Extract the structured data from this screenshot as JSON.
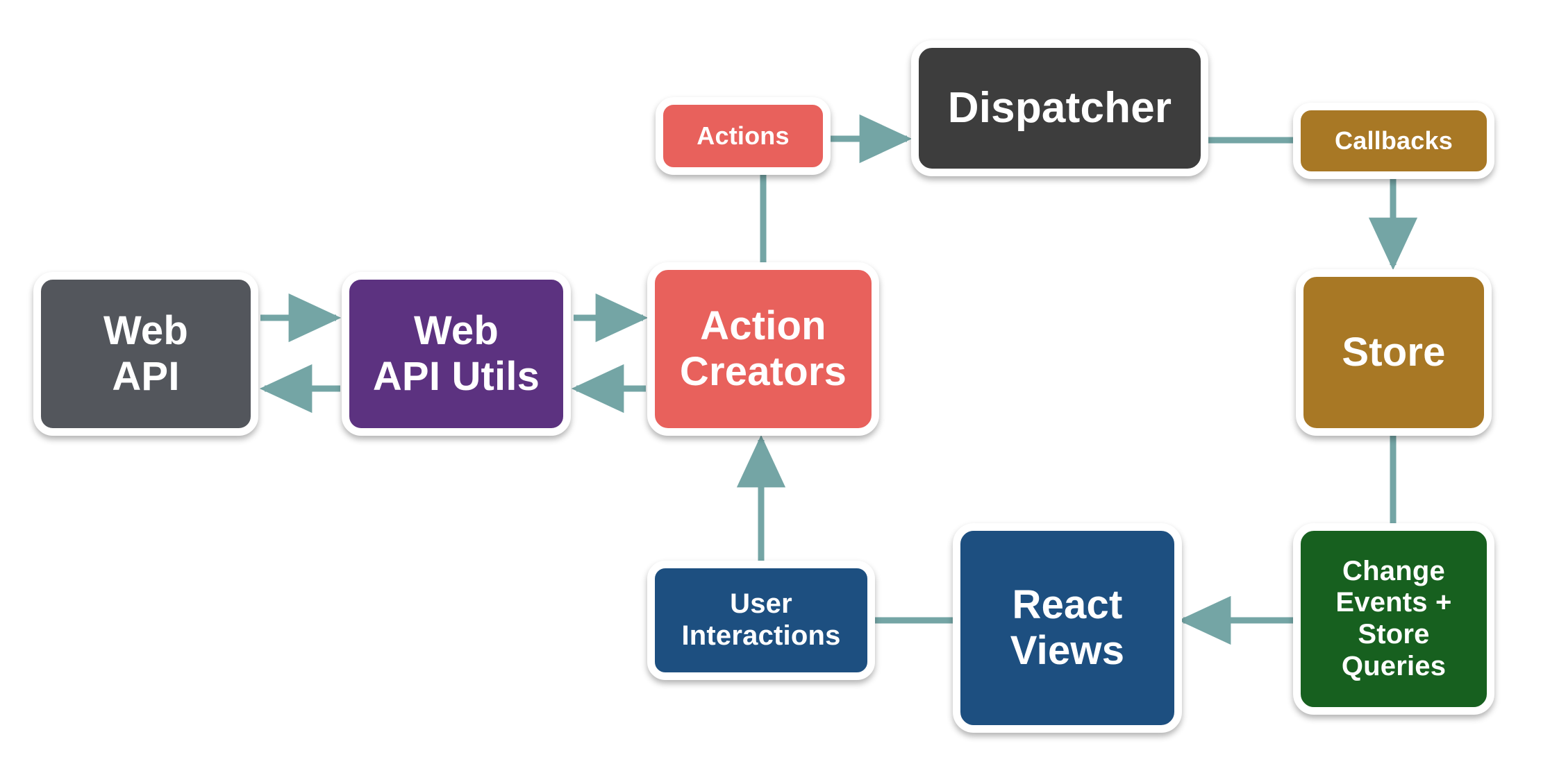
{
  "diagram": {
    "title": "Flux unidirectional data flow",
    "background": "#ffffff",
    "connector_color": "#74a5a5",
    "node_border_color": "#ffffff",
    "label_color": "#ffffff",
    "nodes": [
      {
        "id": "web-api",
        "label": "Web\nAPI",
        "color": "#53565c"
      },
      {
        "id": "web-api-utils",
        "label": "Web\nAPI Utils",
        "color": "#5c3280"
      },
      {
        "id": "action-creators",
        "label": "Action\nCreators",
        "color": "#e8615c"
      },
      {
        "id": "actions",
        "label": "Actions",
        "color": "#e8615c"
      },
      {
        "id": "dispatcher",
        "label": "Dispatcher",
        "color": "#3d3d3d"
      },
      {
        "id": "callbacks",
        "label": "Callbacks",
        "color": "#a87825"
      },
      {
        "id": "store",
        "label": "Store",
        "color": "#a87825"
      },
      {
        "id": "change-events",
        "label": "Change\nEvents +\nStore\nQueries",
        "color": "#17601f"
      },
      {
        "id": "react-views",
        "label": "React\nViews",
        "color": "#1d4f80"
      },
      {
        "id": "user-interactions",
        "label": "User\nInteractions",
        "color": "#1d4f80"
      }
    ],
    "edges": [
      {
        "id": "web-api-to-web-api-utils",
        "from": "web-api",
        "to": "web-api-utils",
        "arrow": true
      },
      {
        "id": "web-api-utils-to-web-api",
        "from": "web-api-utils",
        "to": "web-api",
        "arrow": true
      },
      {
        "id": "web-api-utils-to-action-creators",
        "from": "web-api-utils",
        "to": "action-creators",
        "arrow": true
      },
      {
        "id": "action-creators-to-web-api-utils",
        "from": "action-creators",
        "to": "web-api-utils",
        "arrow": true
      },
      {
        "id": "action-creators-to-actions",
        "from": "action-creators",
        "to": "actions",
        "arrow": false
      },
      {
        "id": "actions-to-dispatcher",
        "from": "actions",
        "to": "dispatcher",
        "arrow": true
      },
      {
        "id": "dispatcher-to-callbacks",
        "from": "dispatcher",
        "to": "callbacks",
        "arrow": false
      },
      {
        "id": "callbacks-to-store",
        "from": "callbacks",
        "to": "store",
        "arrow": true
      },
      {
        "id": "store-to-change-events",
        "from": "store",
        "to": "change-events",
        "arrow": false
      },
      {
        "id": "change-events-to-react-views",
        "from": "change-events",
        "to": "react-views",
        "arrow": true
      },
      {
        "id": "react-views-to-user-interactions",
        "from": "react-views",
        "to": "user-interactions",
        "arrow": false
      },
      {
        "id": "user-interactions-to-action-creators",
        "from": "user-interactions",
        "to": "action-creators",
        "arrow": true
      }
    ]
  }
}
